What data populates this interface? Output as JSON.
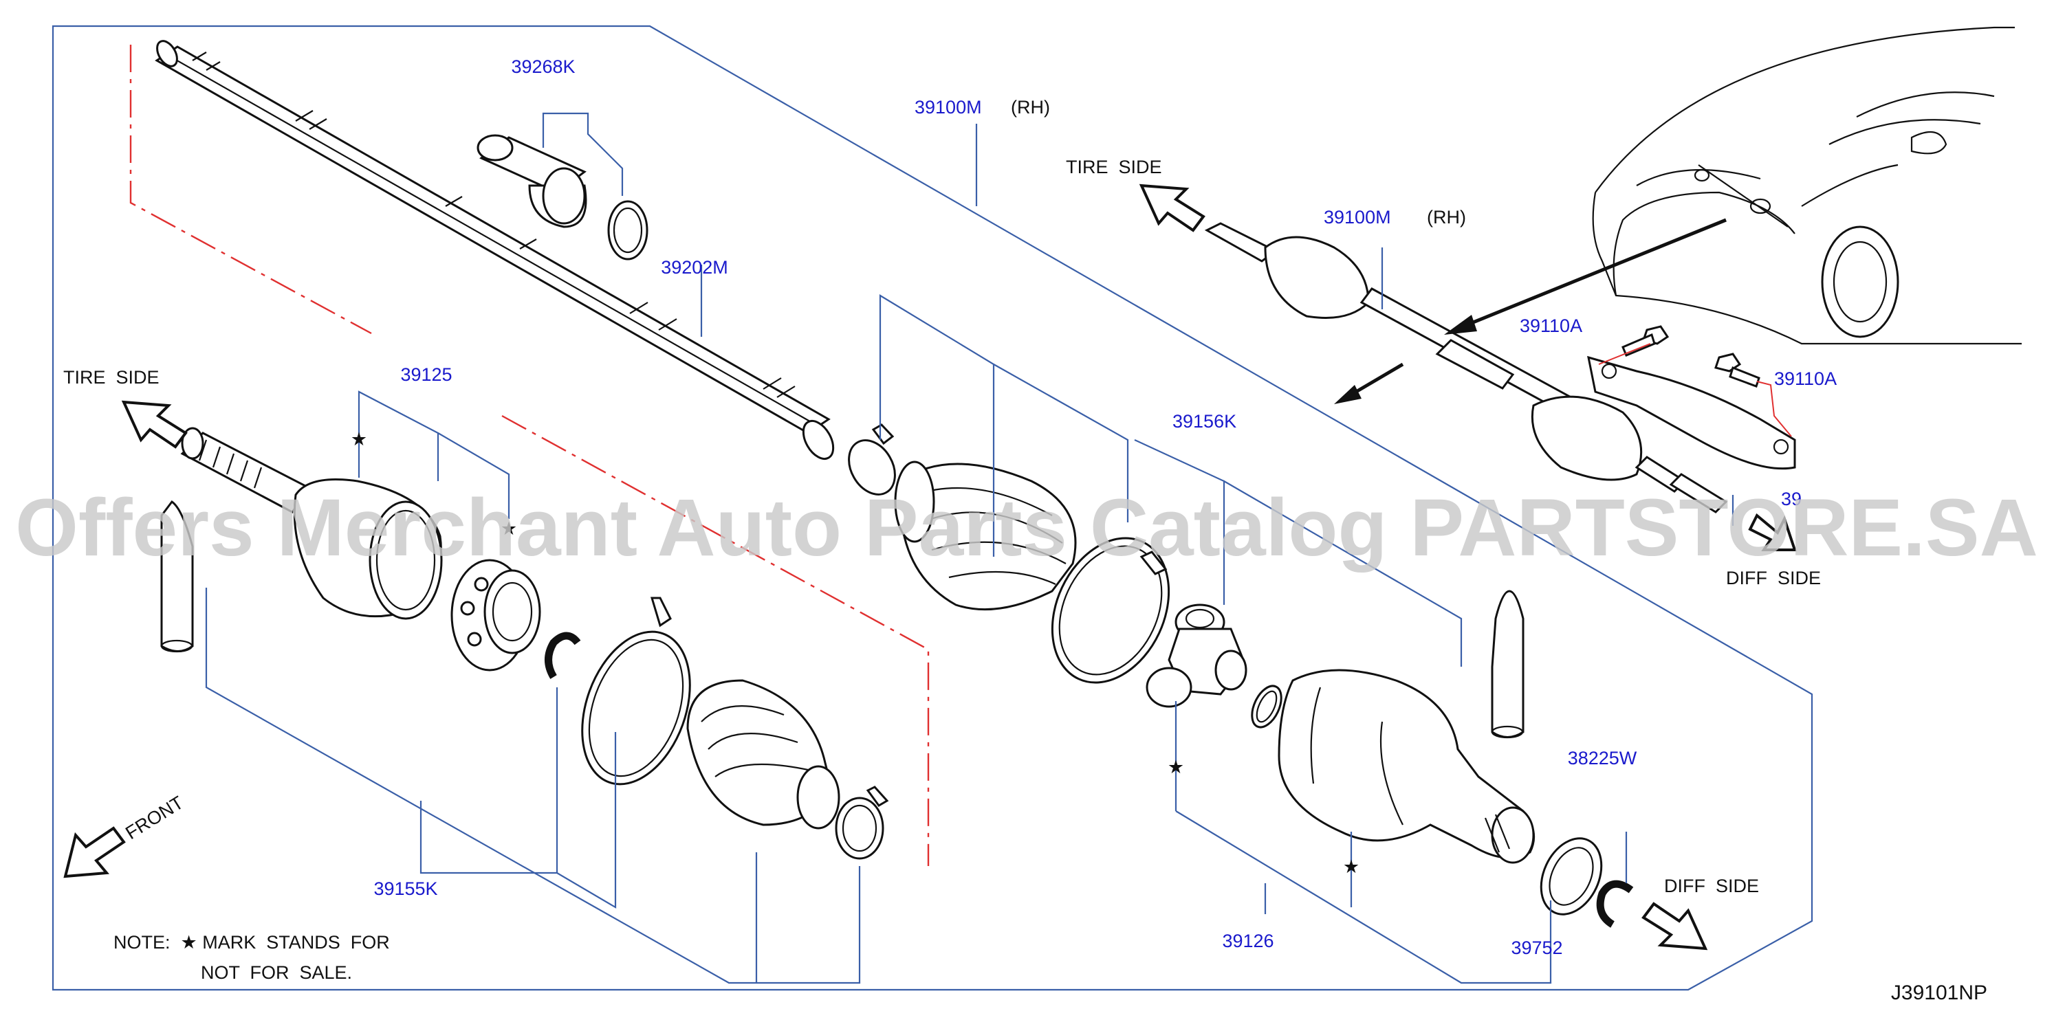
{
  "diagram": {
    "part_numbers": {
      "p39268K": "39268K",
      "p39100M_top": "39100M",
      "p39100M_car": "39100M",
      "p39202M": "39202M",
      "p39125": "39125",
      "p39156K": "39156K",
      "p39110A_left": "39110A",
      "p39110A_right": "39110A",
      "p39155K": "39155K",
      "p38225W": "38225W",
      "p39126": "39126",
      "p39752": "39752",
      "p391xx_partial": "39"
    },
    "side_labels": {
      "rh_top": "(RH)",
      "rh_car": "(RH)",
      "tire_side_left": "TIRE  SIDE",
      "tire_side_right": "TIRE  SIDE",
      "diff_side_top": "DIFF  SIDE",
      "diff_side_bottom": "DIFF  SIDE",
      "front": "FRONT"
    },
    "note": {
      "line1": "NOTE:  ★ MARK  STANDS  FOR",
      "line2": "NOT  FOR  SALE."
    },
    "star": "★",
    "diagram_code": "J39101NP",
    "watermark": "Offers Merchant Auto Parts Catalog PARTSTORE.SA"
  },
  "colors": {
    "part_number": "#1a1acc",
    "leader_line": "#3a5fa8",
    "phantom_line": "#e03030",
    "drawing": "#111111"
  }
}
